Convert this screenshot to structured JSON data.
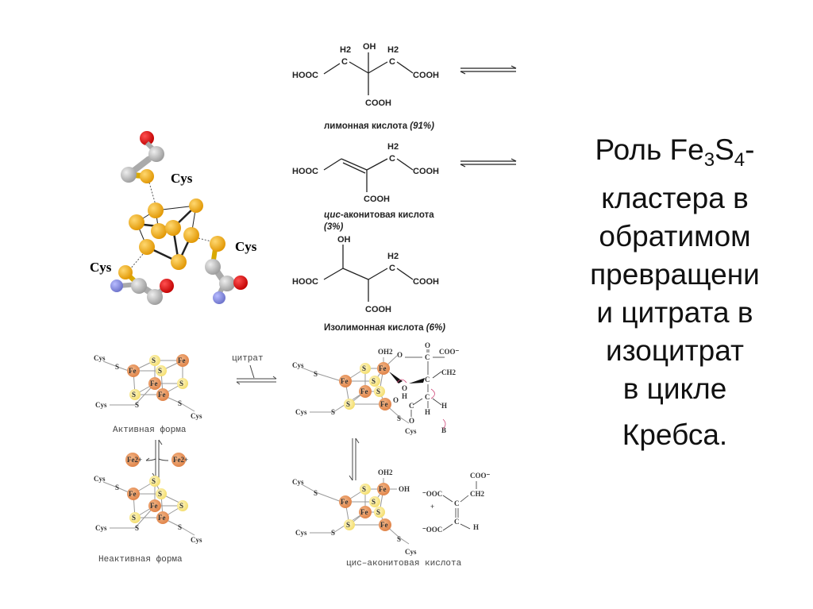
{
  "slide": {
    "title_lines": [
      {
        "text_before": "Роль Fe",
        "sub1": "3",
        "mid": "S",
        "sub2": "4",
        "after": "-"
      },
      "кластера в",
      "обратимом",
      "превращени",
      "и цитрата в",
      "изоцитрат",
      "в цикле",
      "Кребса."
    ],
    "title_line1_parts": {
      "a": "Роль Fe",
      "b": "3",
      "c": "S",
      "d": "4",
      "e": "-"
    }
  },
  "molecule_model": {
    "labels": [
      "Cys",
      "Cys",
      "Cys"
    ],
    "colors": {
      "fe_s": "#f0a818",
      "carbon": "#bdbdbd",
      "oxygen": "#e01010",
      "nitrogen": "#8a8fe0"
    }
  },
  "structures": [
    {
      "name": "лимонная кислота",
      "percent": "(91%)",
      "groups": [
        "HOOC",
        "H2",
        "C",
        "OH",
        "H2",
        "C",
        "COOH",
        "COOH"
      ]
    },
    {
      "name_italic": "цис",
      "name": "-аконитовая кислота",
      "percent": "(3%)",
      "groups": [
        "HOOC",
        "H2",
        "C",
        "COOH",
        "COOH"
      ]
    },
    {
      "name": "Изолимонная кислота",
      "percent": "(6%)",
      "groups": [
        "OH",
        "HOOC",
        "H2",
        "C",
        "COOH",
        "COOH"
      ]
    }
  ],
  "mechanism": {
    "citrate_label": "цитрат",
    "active_form": "Активная форма",
    "inactive_form": "Неактивная форма",
    "cis_aconitate": "цис–аконитовая кислота",
    "ions": [
      "Fe2+",
      "Fe2+"
    ],
    "atoms": {
      "fe": "Fe",
      "s": "S",
      "cys": "Cys",
      "oh2": "OH2",
      "oh": "OH",
      "coo": "COO⁻",
      "ooc": "⁻OOC",
      "ch2": "CH2",
      "c": "C",
      "h": "H",
      "o": "O",
      "b": "B",
      "plus": "+"
    },
    "colors": {
      "fe": "#e8955a",
      "s": "#f5e07a"
    }
  }
}
